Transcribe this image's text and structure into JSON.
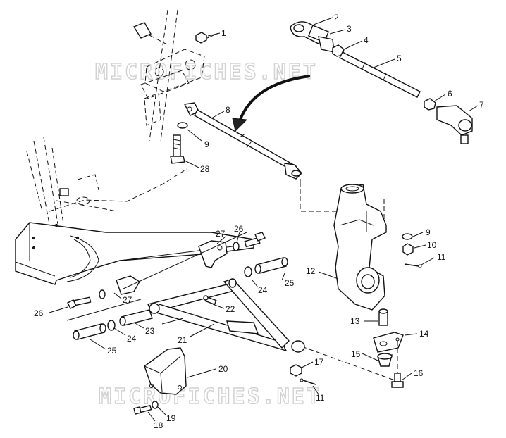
{
  "watermark": {
    "top": "MICROFICHES.NET",
    "bottom": "MICROFICHES.NET"
  },
  "callouts": {
    "c1": "1",
    "c2": "2",
    "c3": "3",
    "c4": "4",
    "c5": "5",
    "c6": "6",
    "c7": "7",
    "c8": "8",
    "c9a": "9",
    "c28": "28",
    "c9b": "9",
    "c10": "10",
    "c11a": "11",
    "c12": "12",
    "c13": "13",
    "c14": "14",
    "c15": "15",
    "c16": "16",
    "c27a": "27",
    "c26a": "26",
    "c24a": "24",
    "c25a": "25",
    "c22": "22",
    "c26b": "26",
    "c27b": "27",
    "c23": "23",
    "c24b": "24",
    "c25b": "25",
    "c21": "21",
    "c20": "20",
    "c17": "17",
    "c11b": "11",
    "c18": "18",
    "c19": "19"
  }
}
